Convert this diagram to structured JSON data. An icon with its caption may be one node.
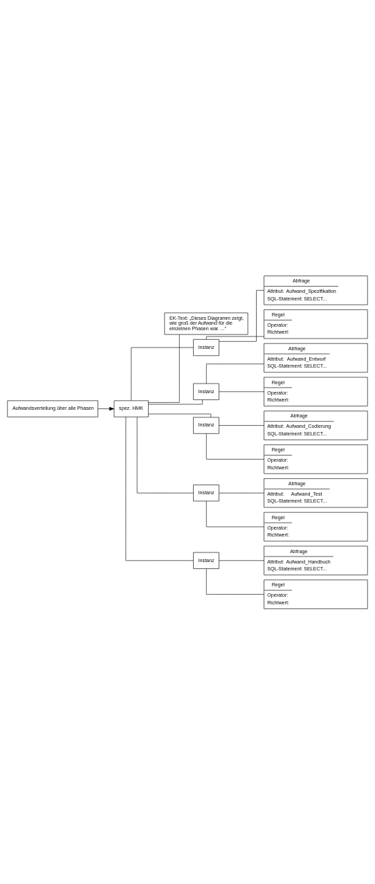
{
  "diagram": {
    "nodes": [
      {
        "text": [
          "Aufwandsverteilung über alle Phasen"
        ]
      },
      {
        "text": [
          "spez. HMK"
        ]
      },
      {
        "text": [
          "EK-Text: „Dieses Diagramm zeigt, wie groß der Aufwand für die einzelnen Phasen war. ...“"
        ]
      },
      {
        "text": [
          "Instanz"
        ]
      },
      {
        "text": [
          "Abfrage",
          "Attribut:",
          "Aufwand_Spezifikation",
          "SQL-Statement: SELECT..."
        ]
      },
      {
        "text": [
          "Regel",
          "Operator:",
          "Richtwert:"
        ]
      },
      {
        "text": [
          "Instanz"
        ]
      },
      {
        "text": [
          "Abfrage",
          "Attribut:",
          "Aufwand_Entwurf",
          "SQL-Statement: SELECT..."
        ]
      },
      {
        "text": [
          "Regel",
          "Operator:",
          "Richtwert:"
        ]
      },
      {
        "text": [
          "Instanz"
        ]
      },
      {
        "text": [
          "Abfrage",
          "Attribut:",
          "Aufwand_Codierung",
          "SQL-Statement: SELECT..."
        ]
      },
      {
        "text": [
          "Regel",
          "Operator:",
          "Richtwert:"
        ]
      },
      {
        "text": [
          "Instanz"
        ]
      },
      {
        "text": [
          "Abfrage",
          "Attribut:",
          "Aufwand_Test",
          "SQL-Statement: SELECT..."
        ]
      },
      {
        "text": [
          "Regel",
          "Operator:",
          "Richtwert:"
        ]
      },
      {
        "text": [
          "Instanz"
        ]
      },
      {
        "text": [
          "Abfrage",
          "Attribut:",
          "Aufwand_Handbuch",
          "SQL-Statement: SELECT..."
        ]
      },
      {
        "text": [
          "Regel",
          "Operator:",
          "Richtwert:"
        ]
      }
    ],
    "edges": [
      {
        "from": 0,
        "to": 1,
        "arrow": "to"
      },
      {
        "from": 1,
        "to": 2,
        "arrow": "none"
      },
      {
        "from": 1,
        "to": 3,
        "arrow": "none"
      },
      {
        "from": 3,
        "to": 4,
        "arrow": "none"
      },
      {
        "from": 3,
        "to": 5,
        "arrow": "none"
      },
      {
        "from": 1,
        "to": 6,
        "arrow": "none"
      },
      {
        "from": 6,
        "to": 7,
        "arrow": "none"
      },
      {
        "from": 6,
        "to": 8,
        "arrow": "none"
      },
      {
        "from": 1,
        "to": 9,
        "arrow": "none"
      },
      {
        "from": 9,
        "to": 10,
        "arrow": "none"
      },
      {
        "from": 9,
        "to": 11,
        "arrow": "none"
      },
      {
        "from": 1,
        "to": 12,
        "arrow": "none"
      },
      {
        "from": 12,
        "to": 13,
        "arrow": "none"
      },
      {
        "from": 12,
        "to": 14,
        "arrow": "none"
      },
      {
        "from": 1,
        "to": 15,
        "arrow": "none"
      },
      {
        "from": 15,
        "to": 16,
        "arrow": "none"
      },
      {
        "from": 15,
        "to": 17,
        "arrow": "none"
      }
    ]
  }
}
